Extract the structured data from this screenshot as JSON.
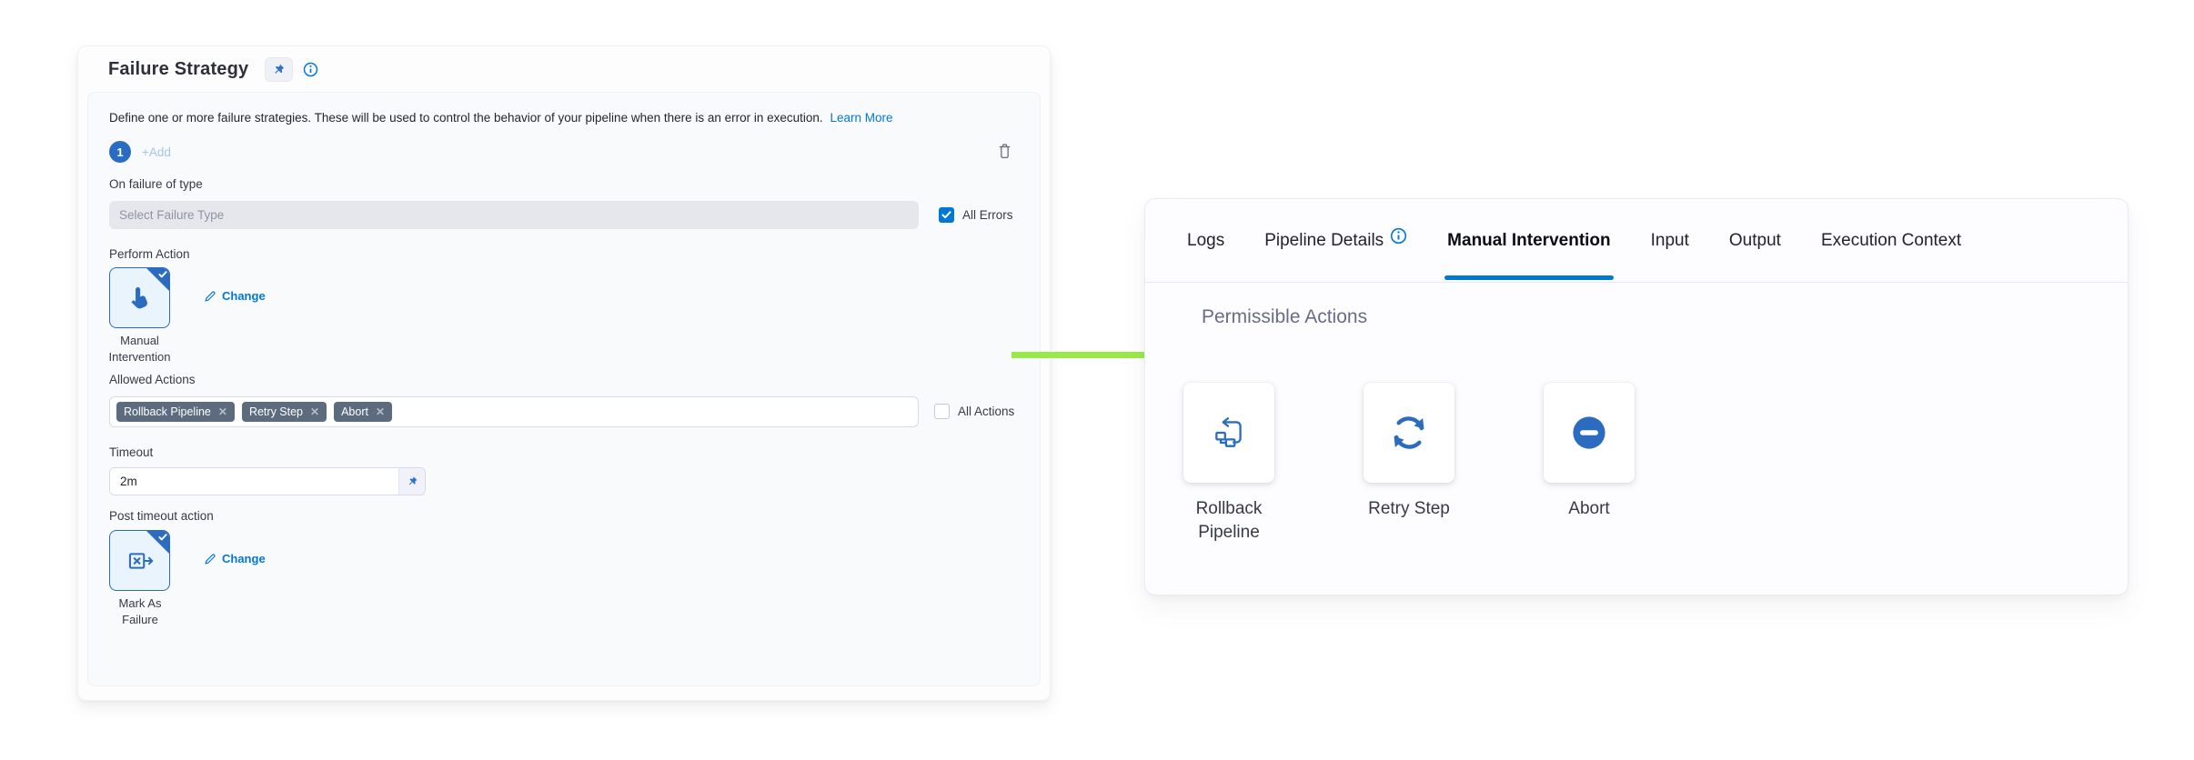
{
  "colors": {
    "accent": "#0278d5",
    "icon_blue": "#2b6cc0",
    "arrow_green": "#97ea49",
    "tag_bg": "#5c6b7e"
  },
  "failure_strategy": {
    "title": "Failure Strategy",
    "description": "Define one or more failure strategies. These will be used to control the behavior of your pipeline when there is an error in execution.",
    "learn_more_label": "Learn More",
    "strategy_number": "1",
    "add_label": "+Add",
    "on_failure_label": "On failure of type",
    "failure_type_placeholder": "Select Failure Type",
    "all_errors_label": "All Errors",
    "perform_action_label": "Perform Action",
    "perform_action_name": "Manual Intervention",
    "change_label": "Change",
    "allowed_actions_label": "Allowed Actions",
    "allowed_actions_tags": [
      "Rollback Pipeline",
      "Retry Step",
      "Abort"
    ],
    "remove_icon_glyph": "✕",
    "all_actions_label": "All Actions",
    "timeout_label": "Timeout",
    "timeout_value": "2m",
    "post_timeout_label": "Post timeout action",
    "post_timeout_action_name": "Mark As Failure"
  },
  "details_panel": {
    "tabs": [
      {
        "label": "Logs"
      },
      {
        "label": "Pipeline Details"
      },
      {
        "label": "Manual Intervention"
      },
      {
        "label": "Input"
      },
      {
        "label": "Output"
      },
      {
        "label": "Execution Context"
      }
    ],
    "active_tab": "Manual Intervention",
    "heading": "Permissible Actions",
    "actions": [
      {
        "label": "Rollback Pipeline"
      },
      {
        "label": "Retry Step"
      },
      {
        "label": "Abort"
      }
    ]
  }
}
